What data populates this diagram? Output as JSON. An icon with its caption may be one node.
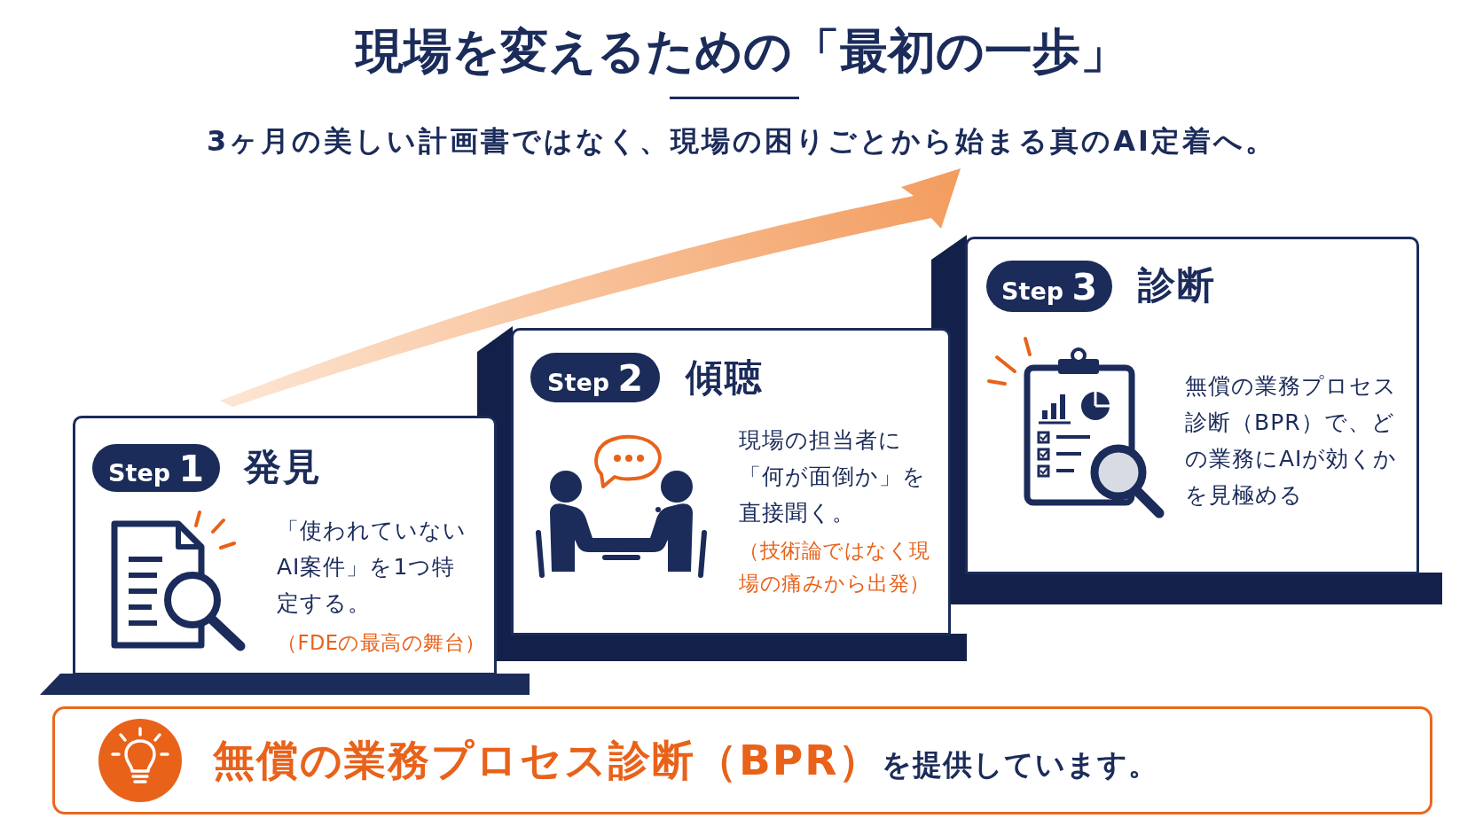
{
  "diagram": {
    "title": "現場を変えるための「最初の一歩」",
    "nodes": [
      {
        "text": [
          "発見",
          "「使われていないAI案件」を1つ特定する。",
          "（FDEの最高の舞台）"
        ]
      },
      {
        "text": [
          "Step **1**"
        ],
        "in": 0
      },
      {
        "text": [
          "傾聴",
          "現場の担当者に「何が面倒か」を直接聞く。",
          "（技術論ではなく現場の痛みから出発）"
        ]
      },
      {
        "text": [
          "Step **2**"
        ],
        "in": 2
      },
      {
        "text": [
          "診断",
          "無償の業務プロセス診断（BPR）で、どの業務にAIが効くかを見極める"
        ]
      },
      {
        "text": [
          "Step **3**"
        ],
        "in": 4
      },
      {
        "text": [
          "**無償の業務プロセス診断（BPR）**を提供しています。"
        ]
      }
    ],
    "labels": [
      "3ヶ月の美しい計画書ではなく、現場の困りごとから始まる真のAI定着へ。"
    ]
  }
}
